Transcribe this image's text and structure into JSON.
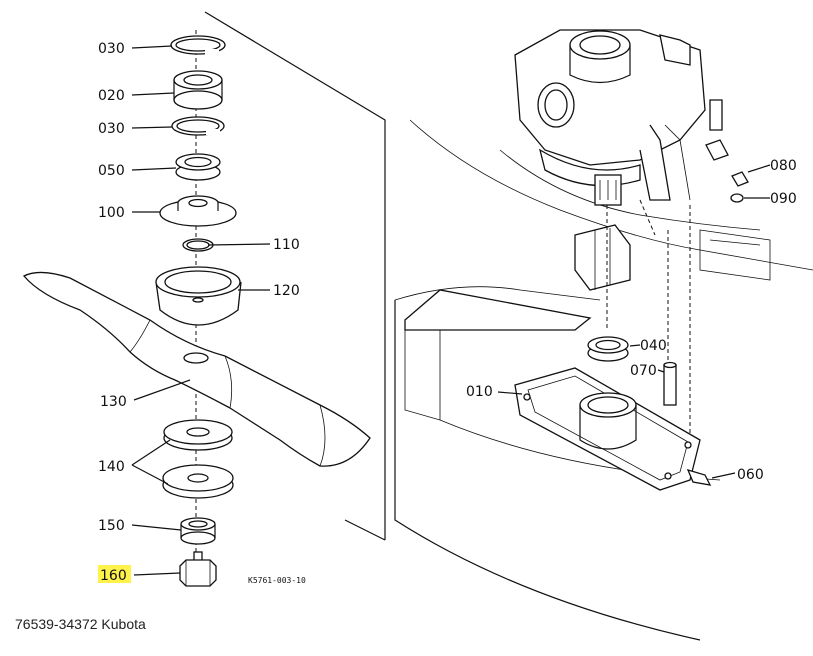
{
  "caption": "76539-34372 Kubota",
  "drawing_code": "K5761-003-10",
  "highlight_color": "#fff24a",
  "callouts": {
    "c030a": "030",
    "c020": "020",
    "c030b": "030",
    "c050": "050",
    "c100": "100",
    "c110": "110",
    "c120": "120",
    "c130": "130",
    "c140": "140",
    "c150": "150",
    "c160": "160",
    "c080": "080",
    "c090": "090",
    "c040": "040",
    "c070": "070",
    "c010": "010",
    "c060": "060"
  }
}
